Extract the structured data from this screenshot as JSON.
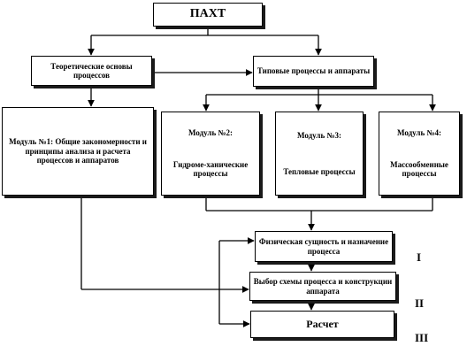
{
  "nodes": {
    "root": "ПАХТ",
    "theory": "Теоретические основы процессов",
    "typical": "Типовые процессы и аппараты",
    "module1": "Модуль №1: Общие закономерности и принципы анализа и расчета процессов и аппаратов",
    "module2_title": "Модуль №2:",
    "module2_body": "Гидроме-ханические процессы",
    "module3_title": "Модуль №3:",
    "module3_body": "Тепловые процессы",
    "module4_title": "Модуль №4:",
    "module4_body": "Массообменные процессы",
    "step1": "Физическая сущность и назначение процесса",
    "step2": "Выбор схемы процесса и конструкции аппарата",
    "step3": "Расчет"
  },
  "levels": [
    "I",
    "II",
    "III"
  ]
}
